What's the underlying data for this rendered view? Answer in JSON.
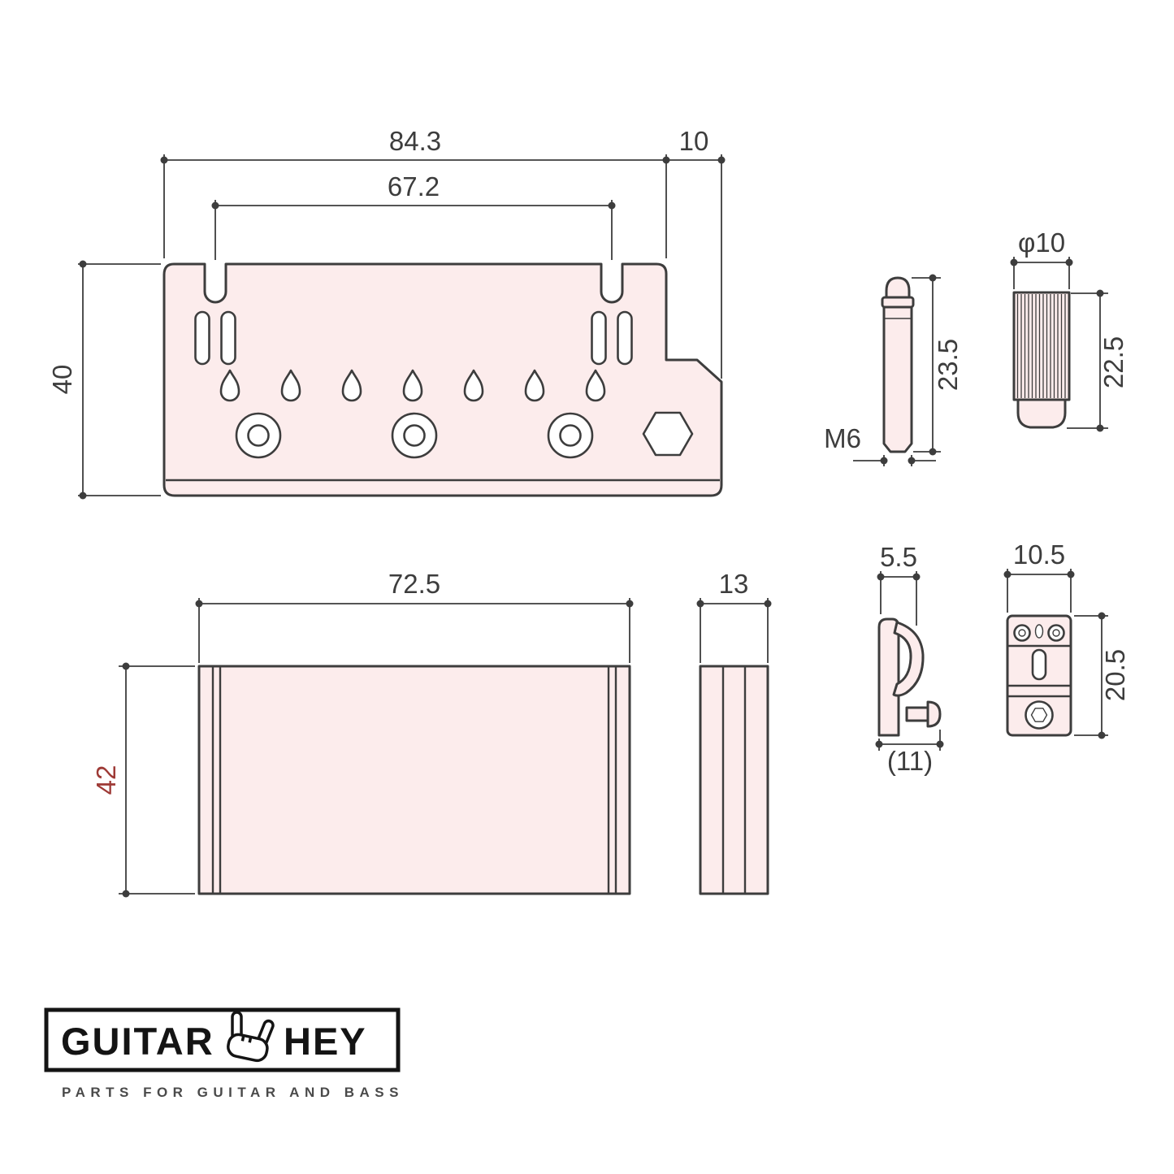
{
  "colors": {
    "part_fill": "#fcecec",
    "outline": "#3d3d3d",
    "dim": "#3d3d3d",
    "dim_red": "#9e3a36",
    "logo_ink": "#141414",
    "tagline_ink": "#4a4a4a"
  },
  "drawings": {
    "plate": {
      "dim_overall_width": "84.3",
      "dim_step_width": "10",
      "dim_stud_spacing": "67.2",
      "dim_depth": "40"
    },
    "stud": {
      "dim_length": "23.5",
      "dim_thread": "M6"
    },
    "anchor": {
      "dim_diameter": "φ10",
      "dim_length": "22.5"
    },
    "block_front": {
      "dim_width": "72.5",
      "dim_height": "42"
    },
    "block_side": {
      "dim_thickness": "13"
    },
    "saddle_side": {
      "dim_width": "5.5",
      "dim_depth_ref": "(11)"
    },
    "saddle_top": {
      "dim_width": "10.5",
      "dim_length": "20.5"
    }
  },
  "logo": {
    "word_left": "GUITAR",
    "word_right": "HEY",
    "tagline": "PARTS FOR GUITAR AND BASS"
  }
}
